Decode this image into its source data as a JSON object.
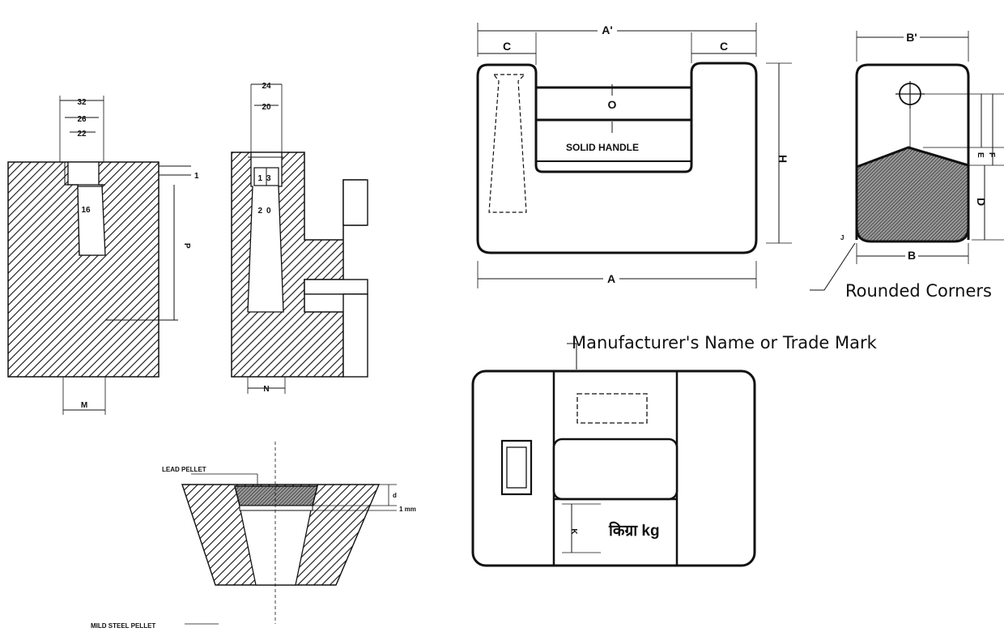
{
  "figure_a": {
    "dims": {
      "top_outer": "32",
      "top_mid": "26",
      "top_inner": "22",
      "inner_width": "16",
      "step": "1",
      "depth_label": "P",
      "bottom_label": "M"
    }
  },
  "figure_b": {
    "dims": {
      "top_outer": "24",
      "top_inner": "20",
      "upper_bore": "13",
      "lower_bore": "20",
      "bottom_label": "N"
    }
  },
  "pellet_detail": {
    "lead_label": "LEAD PELLET",
    "mild_label": "MILD STEEL PELLET",
    "gap_label": "1 mm",
    "depth_label": "d"
  },
  "front_view": {
    "label_A_top": "A'",
    "label_C_left": "C",
    "label_C_right": "C",
    "label_O": "O",
    "handle_label": "SOLID HANDLE",
    "label_H": "H",
    "label_A_bottom": "A"
  },
  "side_view": {
    "label_B_top": "B'",
    "label_B_bottom": "B",
    "label_E": "E",
    "label_F": "F",
    "label_D": "D",
    "label_J": "J",
    "rounded_label": "Rounded Corners"
  },
  "top_view": {
    "maker_label": "Manufacturer's Name or Trade Mark",
    "unit_label": "किग्रा kg",
    "label_K": "K"
  }
}
